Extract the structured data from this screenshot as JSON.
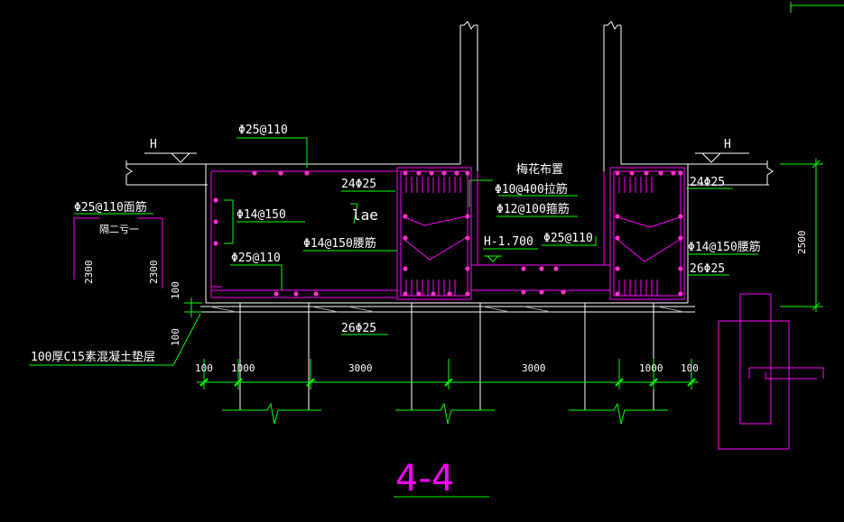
{
  "colors": {
    "background": "#000000",
    "white": "#ffffff",
    "green": "#00ff00",
    "magenta": "#ff00ff",
    "dot": "#ff33cc"
  },
  "labels": {
    "elev_left": "H",
    "elev_right": "H",
    "top_rebar": "Φ25@110",
    "face_rebar": "Φ25@110面筋",
    "sep_note": "隔二亏一",
    "dim_2300_left": "2300",
    "dim_2300_right": "2300",
    "left_main": "24Φ25",
    "right_main": "24Φ25",
    "stirrup_left": "Φ14@150",
    "lae": "lae",
    "waist_left": "Φ14@150腰筋",
    "bottom_left": "Φ25@110",
    "plum_layout": "梅花布置",
    "tie_bar": "Φ10@400拉筋",
    "hoop_bar": "Φ12@100箍筋",
    "elev_mid": "H-1.700",
    "mid_rebar": "Φ25@110",
    "waist_right": "Φ14@150腰筋",
    "right_26": "26Φ25",
    "bottom_26": "26Φ25",
    "dim_100_a": "100",
    "dim_100_b": "100",
    "cushion": "100厚C15素混凝土垫层",
    "dim_2500": "2500",
    "section_title": "4-4"
  },
  "dims": [
    "100",
    "1000",
    "3000",
    "3000",
    "1000",
    "100"
  ]
}
